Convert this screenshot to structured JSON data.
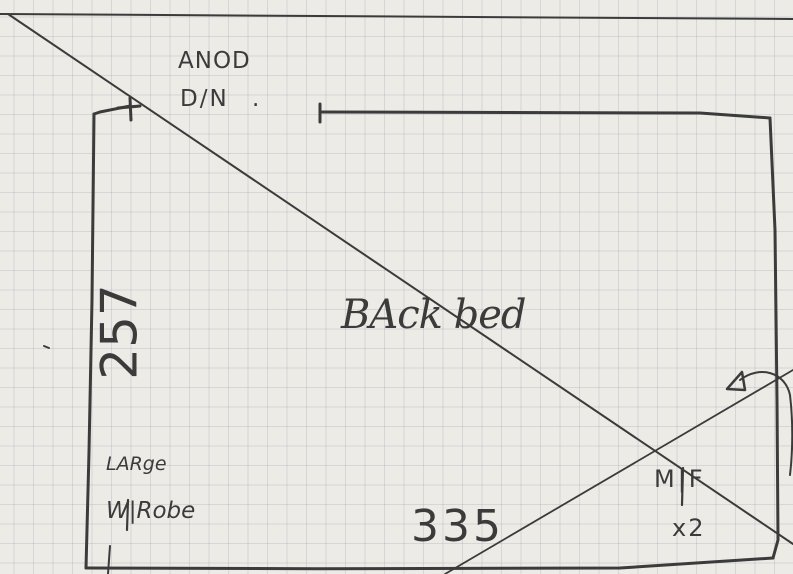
{
  "sketch": {
    "ensuite_label": "ANOD",
    "door_label": "D/N",
    "door_mark": ".",
    "room_name": "BAck bed",
    "height_dimension": "257",
    "width_dimension": "335",
    "wardrobe_line1": "LARge",
    "wardrobe_line2": "W|Robe",
    "mirror_label": "M|F",
    "mirror_quantity": "x2",
    "ink_color": "#3b3b3b",
    "paper_color": "#ecebe6",
    "grid_color": "#a0aabb"
  }
}
